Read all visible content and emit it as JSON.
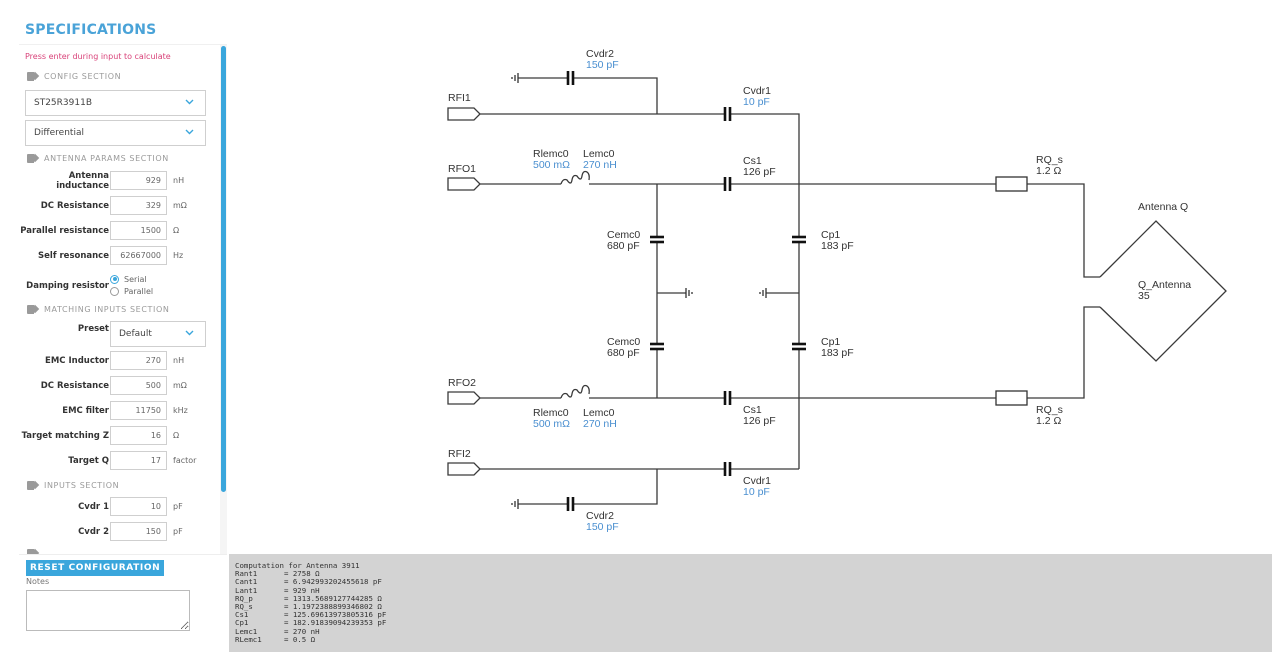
{
  "sidebar": {
    "title": "SPECIFICATIONS",
    "hint": "Press enter during input to calculate",
    "config_section": {
      "title": "CONFIG SECTION",
      "chip_select": "ST25R3911B",
      "mode_select": "Differential"
    },
    "antenna_params_section": {
      "title": "ANTENNA PARAMS SECTION",
      "fields": [
        {
          "label": "Antenna inductance",
          "value": "929",
          "unit": "nH"
        },
        {
          "label": "DC Resistance",
          "value": "329",
          "unit": "mΩ"
        },
        {
          "label": "Parallel resistance",
          "value": "1500",
          "unit": "Ω"
        },
        {
          "label": "Self resonance",
          "value": "62667000",
          "unit": "Hz"
        }
      ],
      "damping": {
        "label": "Damping resistor",
        "options": [
          "Serial",
          "Parallel"
        ],
        "selected": "Serial"
      }
    },
    "matching_inputs_section": {
      "title": "MATCHING INPUTS SECTION",
      "preset_label": "Preset",
      "preset_value": "Default",
      "fields": [
        {
          "label": "EMC Inductor",
          "value": "270",
          "unit": "nH"
        },
        {
          "label": "DC Resistance",
          "value": "500",
          "unit": "mΩ"
        },
        {
          "label": "EMC filter",
          "value": "11750",
          "unit": "kHz"
        },
        {
          "label": "Target matching Z",
          "value": "16",
          "unit": "Ω"
        },
        {
          "label": "Target Q",
          "value": "17",
          "unit": "factor"
        }
      ]
    },
    "inputs_section": {
      "title": "INPUTS SECTION",
      "fields": [
        {
          "label": "Cvdr 1",
          "value": "10",
          "unit": "pF"
        },
        {
          "label": "Cvdr 2",
          "value": "150",
          "unit": "pF"
        }
      ]
    }
  },
  "bottom_panel": {
    "reset_label": "RESET CONFIGURATION",
    "notes_label": "Notes",
    "notes_value": ""
  },
  "computation": {
    "lines": [
      "Computation for Antenna 3911",
      "Rant1      = 2758 Ω",
      "Cant1      = 6.942993202455618 pF",
      "Lant1      = 929 nH",
      "RQ_p       = 1313.5689127744285 Ω",
      "RQ_s       = 1.1972388899346802 Ω",
      "Cs1        = 125.69613973805316 pF",
      "Cp1        = 182.91839094239353 pF",
      "Lemc1      = 270 nH",
      "RLemc1     = 0.5 Ω"
    ]
  },
  "schematic": {
    "ports": {
      "rfi1": "RFI1",
      "rfo1": "RFO1",
      "rfo2": "RFO2",
      "rfi2": "RFI2"
    },
    "cvdr2_top": {
      "name": "Cvdr2",
      "value": "150 pF"
    },
    "cvdr1_top": {
      "name": "Cvdr1",
      "value": "10 pF"
    },
    "rlemc_top": {
      "name": "Rlemc0",
      "value": "500 mΩ"
    },
    "lemc_top": {
      "name": "Lemc0",
      "value": "270 nH"
    },
    "cs1_top": {
      "name": "Cs1",
      "value": "126 pF"
    },
    "cemc_top": {
      "name": "Cemc0",
      "value": "680 pF"
    },
    "cp1_top": {
      "name": "Cp1",
      "value": "183 pF"
    },
    "cemc_bot": {
      "name": "Cemc0",
      "value": "680 pF"
    },
    "cp1_bot": {
      "name": "Cp1",
      "value": "183 pF"
    },
    "rlemc_bot": {
      "name": "Rlemc0",
      "value": "500 mΩ"
    },
    "lemc_bot": {
      "name": "Lemc0",
      "value": "270 nH"
    },
    "cs1_bot": {
      "name": "Cs1",
      "value": "126 pF"
    },
    "cvdr1_bot": {
      "name": "Cvdr1",
      "value": "10 pF"
    },
    "cvdr2_bot": {
      "name": "Cvdr2",
      "value": "150 pF"
    },
    "rqs_top": {
      "name": "RQ_s",
      "value": "1.2 Ω"
    },
    "rqs_bot": {
      "name": "RQ_s",
      "value": "1.2 Ω"
    },
    "antenna": {
      "title": "Antenna Q",
      "name": "Q_Antenna",
      "value": "35"
    }
  }
}
